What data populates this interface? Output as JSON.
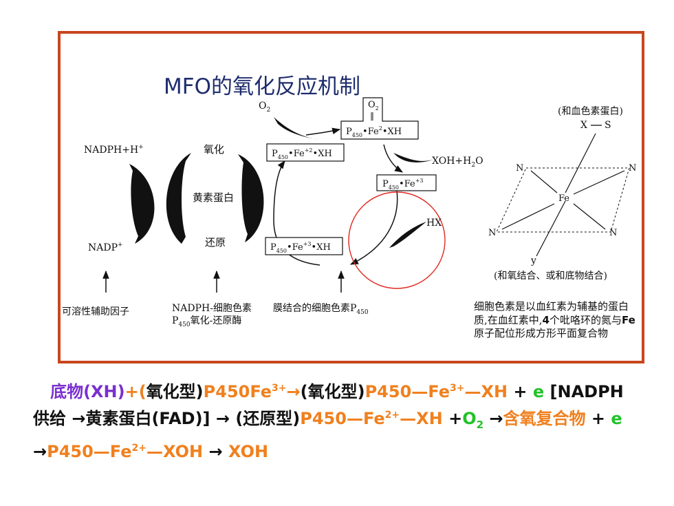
{
  "title": "MFO的氧化反应机制",
  "left": {
    "nadph": "NADPH+H",
    "nadph_sup": "+",
    "nadp": "NADP",
    "nadp_sup": "+",
    "label_line1": "氧化",
    "label_line2": "黄素蛋白",
    "label_line3": "还原",
    "cap1": "可溶性辅助因子",
    "cap2_line1": "NADPH-细胞色素",
    "cap2_line2_pre": "P",
    "cap2_line2_sub": "450",
    "cap2_line2_post": "氧化-还原酶",
    "cap3_pre": "膜结合的细胞色素P",
    "cap3_sub": "450"
  },
  "cycle": {
    "o2_base": "O",
    "o2_sub": "2",
    "p": "P",
    "p_sub": "450",
    "fe": "Fe",
    "xh": "XH",
    "ox_sup_plus2": "+2",
    "ox_sup_2": "2",
    "ox_sup_plus3": "+3",
    "dot": "•",
    "dbl": "‖",
    "xoh_pre": "XOH+H",
    "xoh_sub": "2",
    "xoh_post": "O",
    "hx": "HX"
  },
  "heme": {
    "caption_top": "(和血色素蛋白)",
    "x": "X",
    "s": "S",
    "n": "N",
    "fe": "Fe",
    "y": "y",
    "caption_bottom": "(和氧结合、或和底物结合)"
  },
  "description": {
    "part1": "细胞色素是以血红素为辅基的蛋白质,在血红素中,",
    "num": "4",
    "part2": "个吡咯环的氮与",
    "fe": "Fe",
    "part3": "原子配位形成方形平面复合物"
  },
  "equation": {
    "t1": "底物(XH)",
    "t2": "+(",
    "t3": "氧化型)",
    "t4": "P450Fe",
    "t4_sup": "3+",
    "t5": "→",
    "t6": "(氧化型)",
    "t7": "P450—Fe",
    "t7_sup": "3+",
    "t8": "—XH",
    "t9": " + ",
    "t10": "e",
    "t11": " [NADPH供给 →黄素蛋白(FAD)] → (还原型)",
    "t12": "P450—Fe",
    "t12_sup": "2+",
    "t13": "—XH",
    "t14": " +",
    "t15": "O",
    "t15_sub": "2",
    "t16": " →",
    "t17": "含氧复合物",
    "t18": " + ",
    "t19": "e",
    "t20": " →",
    "t21": "P450—Fe",
    "t21_sup": "2+",
    "t22": "—XOH",
    "t23": " → ",
    "t24": "XOH"
  }
}
